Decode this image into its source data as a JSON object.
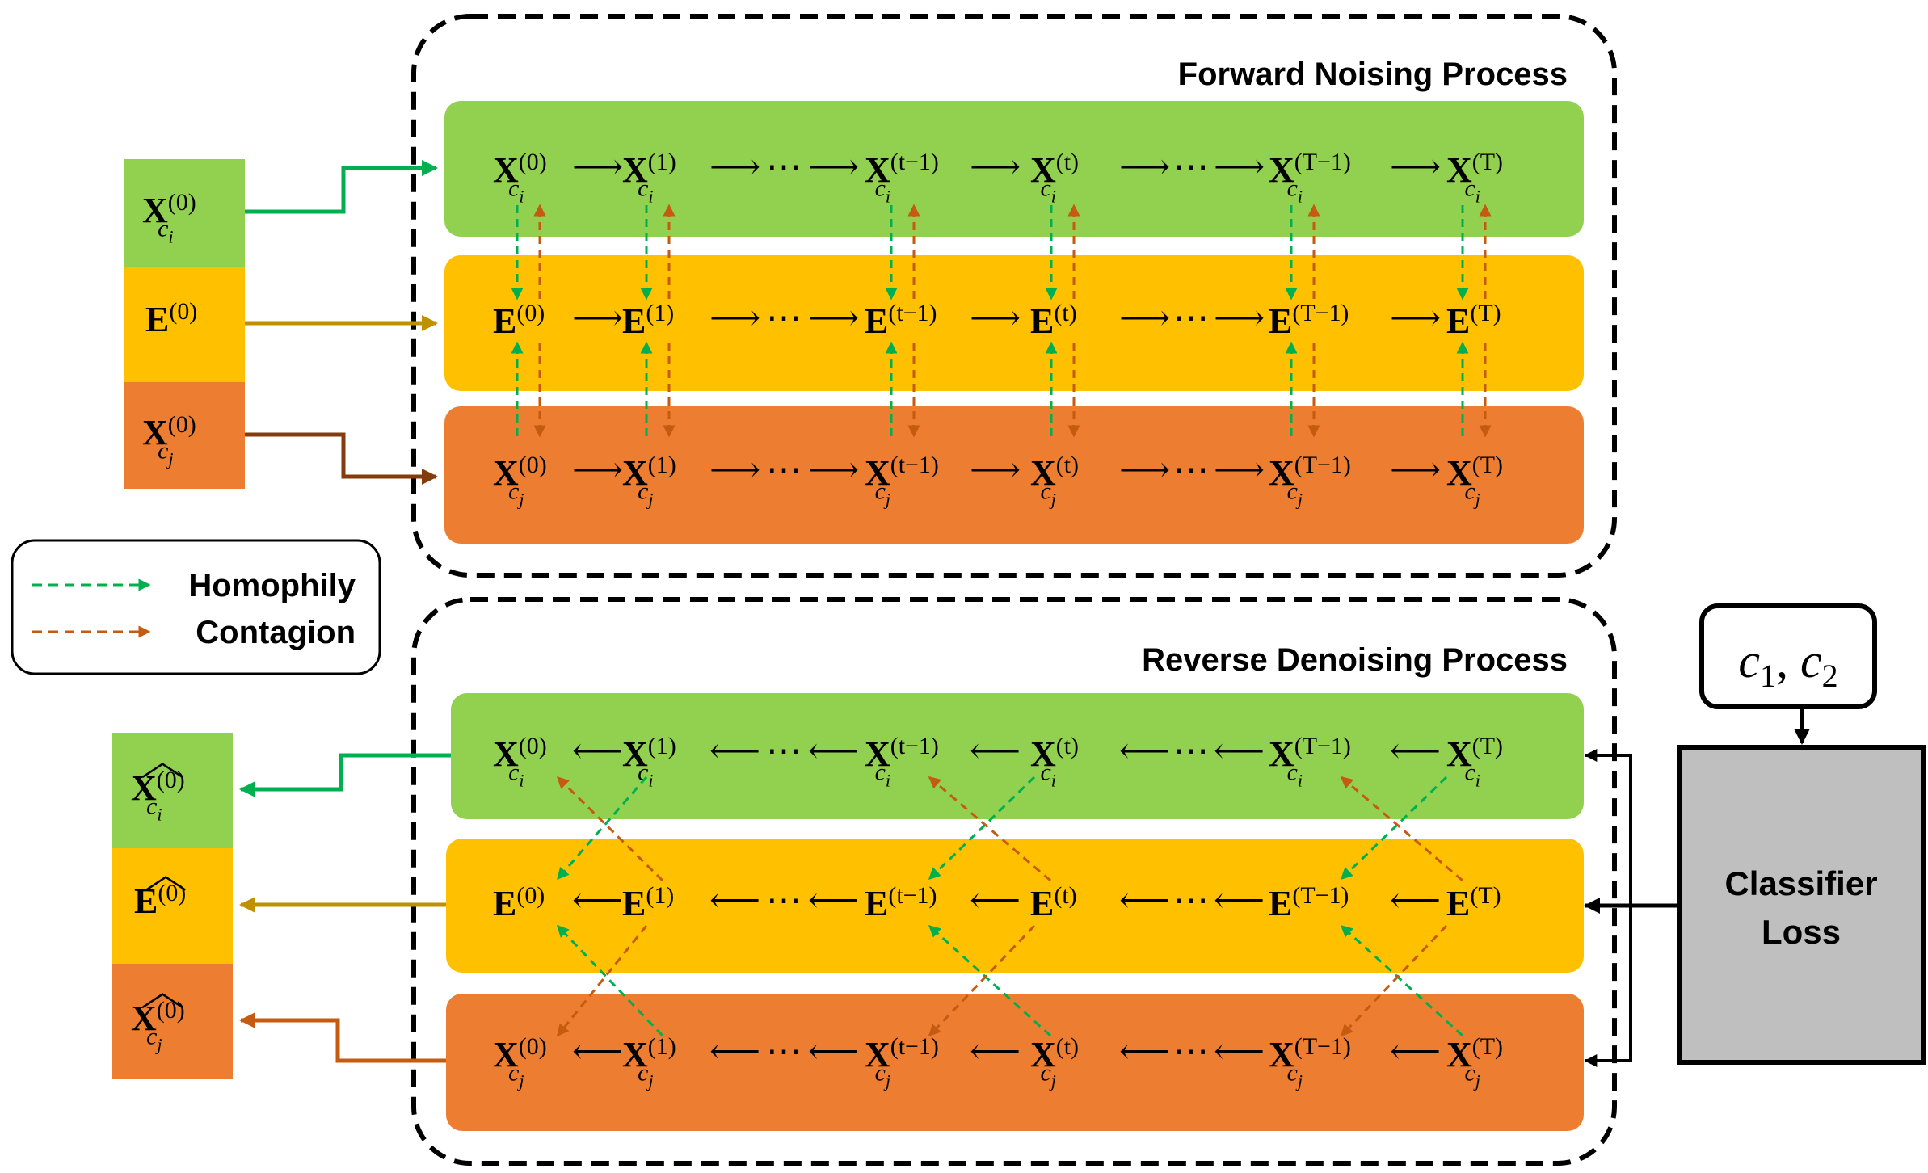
{
  "diagram": {
    "forward_title": "Forward Noising Process",
    "reverse_title": "Reverse Denoising Process",
    "legend": {
      "homophily": "Homophily",
      "contagion": "Contagion"
    },
    "classifier": {
      "line1": "Classifier",
      "line2": "Loss"
    },
    "conditions": {
      "c1": "c",
      "c1_sub": "1",
      "sep": ", ",
      "c2": "c",
      "c2_sub": "2"
    },
    "symbols": {
      "X": "X",
      "E": "E",
      "ci": "c",
      "ci_sub": "i",
      "cj": "c",
      "cj_sub": "j",
      "hat": "^",
      "right_arrow": "⟶",
      "left_arrow": "⟵",
      "ellipsis": "⋯"
    },
    "steps": [
      "(0)",
      "(1)",
      "(t−1)",
      "(t)",
      "(T−1)",
      "(T)"
    ],
    "colors": {
      "green_band": "#92d050",
      "yellow_band": "#ffc000",
      "orange_band": "#ed7d31",
      "homophily_arrow": "#00b050",
      "contagion_arrow": "#c55a11",
      "green_link": "#00b050",
      "yellow_link": "#bf9000",
      "brown_link": "#843c0c",
      "classifier_fill": "#bfbfbf"
    }
  }
}
